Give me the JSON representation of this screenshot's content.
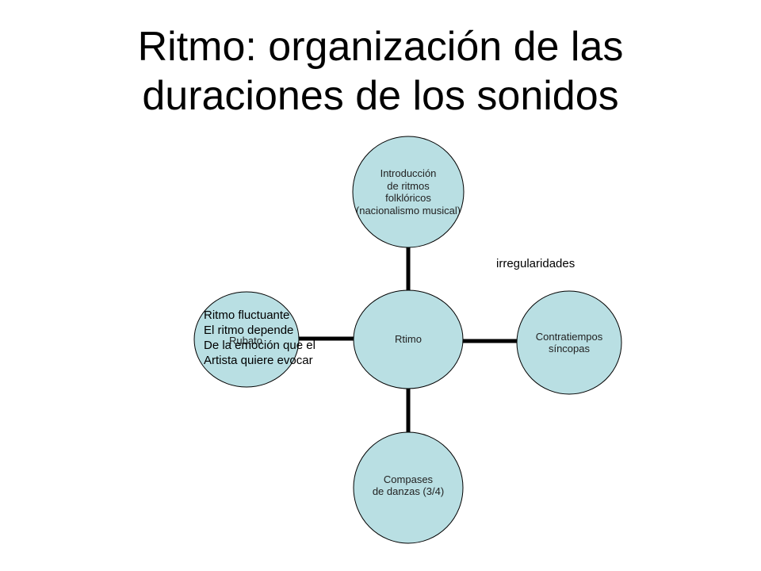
{
  "title": {
    "line1": "Ritmo: organización de las",
    "line2": "duraciones de los sonidos"
  },
  "colors": {
    "node_fill": "#B9DFE3",
    "node_stroke": "#000000",
    "connector": "#000000"
  },
  "diagram": {
    "center": {
      "label": "Rtimo"
    },
    "top": {
      "lines": [
        "Introducción",
        "de ritmos",
        "folklóricos",
        "(nacionalismo musical)"
      ]
    },
    "right": {
      "lines": [
        "Contratiempos",
        "síncopas"
      ]
    },
    "bottom": {
      "lines": [
        "Compases",
        "de danzas (3/4)"
      ]
    },
    "left": {
      "label": "Rubato"
    }
  },
  "annotations": {
    "irregularidades": "irregularidades",
    "rubato_note": [
      "Ritmo fluctuante",
      "El ritmo depende",
      "De la emoción que el",
      "Artista quiere evocar"
    ]
  }
}
